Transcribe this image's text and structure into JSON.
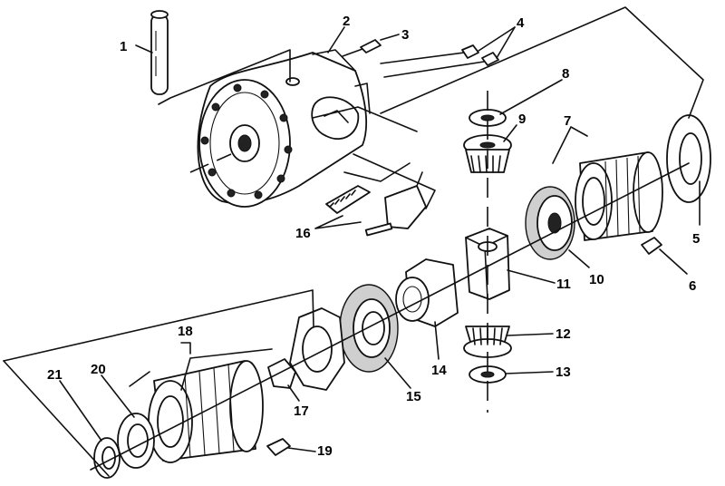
{
  "callouts": [
    "1",
    "2",
    "3",
    "4",
    "5",
    "6",
    "7",
    "8",
    "9",
    "10",
    "11",
    "12",
    "13",
    "14",
    "15",
    "16",
    "17",
    "18",
    "19",
    "20",
    "21"
  ],
  "colors": {
    "ink": "#111111",
    "paper": "#ffffff",
    "shade": "#cfcfcf"
  }
}
